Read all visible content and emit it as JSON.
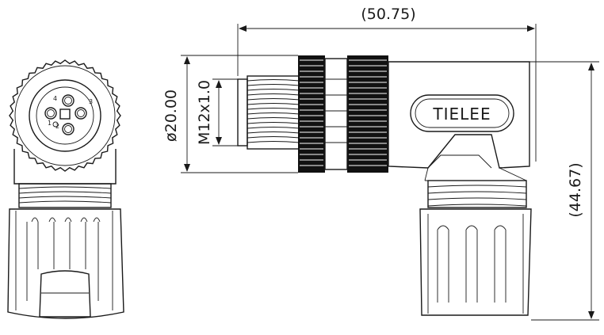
{
  "brand_label": "TIELEE",
  "dimensions": {
    "overall_length": "(50.75)",
    "diameter": "ø20.00",
    "thread": "M12x1.0",
    "overall_height": "(44.67)"
  },
  "pin_labels": [
    "1",
    "2",
    "3",
    "4"
  ]
}
